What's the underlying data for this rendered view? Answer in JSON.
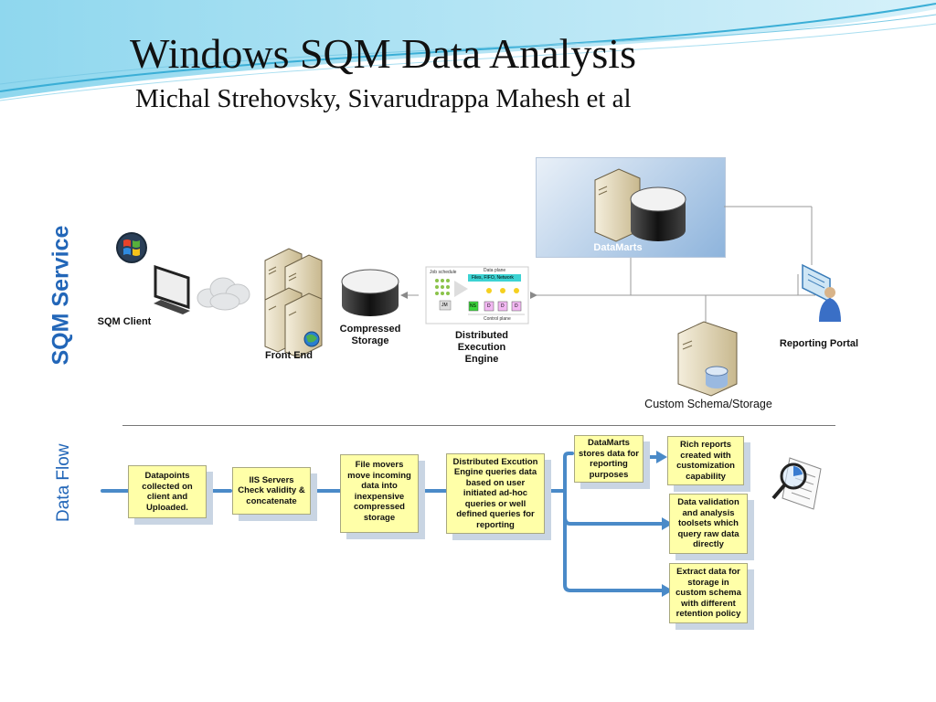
{
  "title": "Windows SQM Data Analysis",
  "subtitle": "Michal Strehovsky, Sivarudrappa Mahesh et al",
  "sections": {
    "service": "SQM Service",
    "flow": "Data Flow"
  },
  "service_nodes": {
    "sqm_client": "SQM Client",
    "front_end": "Front End",
    "compressed_storage": "Compressed Storage",
    "distributed_execution_engine": "Distributed Execution Engine",
    "datamarts": "DataMarts",
    "reporting_portal": "Reporting Portal",
    "custom_schema": "Custom Schema/Storage"
  },
  "engine_detail": {
    "job_schedule": "Job schedule",
    "data_plane": "Data plane",
    "files": "Files, FIFO, Network",
    "control_plane": "Control plane",
    "ns": "NS",
    "jm": "JM",
    "d": "D"
  },
  "flow_steps": [
    "Datapoints collected on client and Uploaded.",
    "IIS Servers Check validity & concatenate",
    "File movers move incoming data into inexpensive compressed storage",
    "Distributed Excution Engine queries data based on user initiated ad-hoc queries or well defined queries for reporting"
  ],
  "flow_outputs": [
    "DataMarts stores data for reporting purposes",
    "Data validation and analysis toolsets which query raw data directly",
    "Extract data for storage in custom schema with different retention policy"
  ],
  "flow_result": "Rich reports created with customization capability",
  "colors": {
    "title": "#111111",
    "accent": "#2266b8",
    "flow_arrow": "#4a8ac8",
    "note_box": "#ffffa8",
    "panel": "#8eb4dc"
  }
}
